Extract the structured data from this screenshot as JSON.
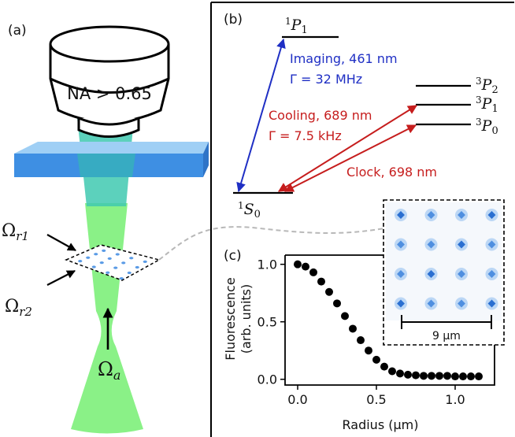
{
  "panels": {
    "a": {
      "label": "(a)",
      "objective_text": "NA > 0.65",
      "omega_r1": {
        "sym": "Ω",
        "sub": "r1"
      },
      "omega_r2": {
        "sym": "Ω",
        "sub": "r2"
      },
      "omega_a": {
        "sym": "Ω",
        "sub": "a"
      }
    },
    "b": {
      "label": "(b)",
      "levels": [
        {
          "id": "1P1",
          "sup": "1",
          "name": "P",
          "sub": "1"
        },
        {
          "id": "3P2",
          "sup": "3",
          "name": "P",
          "sub": "2"
        },
        {
          "id": "3P1",
          "sup": "3",
          "name": "P",
          "sub": "1"
        },
        {
          "id": "3P0",
          "sup": "3",
          "name": "P",
          "sub": "0"
        },
        {
          "id": "1S0",
          "sup": "1",
          "name": "S",
          "sub": "0"
        }
      ],
      "transitions": [
        {
          "id": "imaging",
          "line1": "Imaging, 461 nm",
          "line2": "Γ = 32 MHz",
          "color": "#1f2fc4"
        },
        {
          "id": "cooling",
          "line1": "Cooling, 689 nm",
          "line2": "Γ = 7.5 kHz",
          "color": "#c61d1d"
        },
        {
          "id": "clock",
          "line1": "Clock, 698 nm",
          "color": "#c61d1d"
        }
      ]
    },
    "c": {
      "label": "(c)",
      "scale_bar": "9 µm"
    }
  },
  "chart_data": {
    "type": "scatter",
    "xlabel": "Radius (µm)",
    "ylabel_line1": "Fluorescence",
    "ylabel_line2": "(arb. units)",
    "xlim": [
      -0.08,
      1.25
    ],
    "ylim": [
      -0.05,
      1.08
    ],
    "xticks": [
      "0.0",
      "0.5",
      "1.0"
    ],
    "xtick_values": [
      0.0,
      0.5,
      1.0
    ],
    "yticks": [
      "0.0",
      "0.5",
      "1.0"
    ],
    "ytick_values": [
      0.0,
      0.5,
      1.0
    ],
    "x": [
      0.0,
      0.05,
      0.1,
      0.15,
      0.2,
      0.25,
      0.3,
      0.35,
      0.4,
      0.45,
      0.5,
      0.55,
      0.6,
      0.65,
      0.7,
      0.75,
      0.8,
      0.85,
      0.9,
      0.95,
      1.0,
      1.05,
      1.1,
      1.15
    ],
    "y": [
      1.0,
      0.98,
      0.93,
      0.85,
      0.76,
      0.66,
      0.55,
      0.44,
      0.34,
      0.25,
      0.17,
      0.11,
      0.07,
      0.05,
      0.04,
      0.035,
      0.03,
      0.03,
      0.03,
      0.03,
      0.025,
      0.025,
      0.025,
      0.025
    ],
    "marker_color": "#000000"
  }
}
